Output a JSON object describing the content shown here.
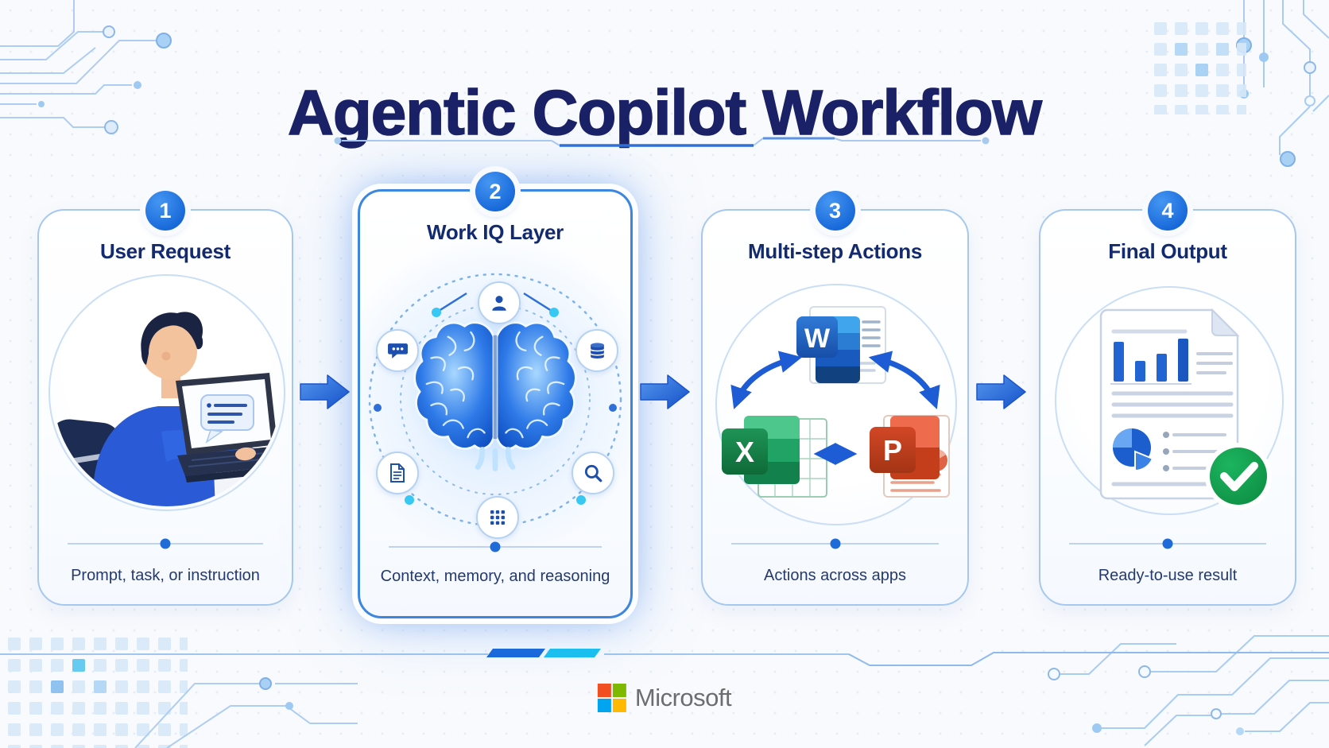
{
  "title": "Agentic Copilot Workflow",
  "steps": [
    {
      "number": "1",
      "title": "User Request",
      "caption": "Prompt, task, or instruction",
      "illustration": "person-typing-on-laptop"
    },
    {
      "number": "2",
      "title": "Work IQ Layer",
      "caption": "Context, memory, and reasoning",
      "illustration": "glowing-ai-brain",
      "orbit_icons": [
        "user-icon",
        "chat-bubble-icon",
        "database-icon",
        "document-icon",
        "search-icon",
        "grid-dots-icon"
      ]
    },
    {
      "number": "3",
      "title": "Multi-step Actions",
      "caption": "Actions across apps",
      "apps": [
        {
          "name": "word",
          "letter": "W"
        },
        {
          "name": "excel",
          "letter": "X"
        },
        {
          "name": "powerpoint",
          "letter": "P"
        }
      ]
    },
    {
      "number": "4",
      "title": "Final Output",
      "caption": "Ready-to-use result",
      "illustration": "report-document-with-green-checkmark"
    }
  ],
  "footer": {
    "brand": "Microsoft"
  },
  "colors": {
    "accent_blue": "#1767db",
    "badge_blue": "#1e6fd9",
    "title_navy": "#1a2166",
    "caption_navy": "#243a6d",
    "cyan_accent": "#19c2f0",
    "excel_green": "#107c41",
    "word_blue": "#185abd",
    "powerpoint_orange": "#c43e1c",
    "check_green": "#14a04f",
    "ms_red": "#f25022",
    "ms_green": "#7fba00",
    "ms_blue": "#00a4ef",
    "ms_yellow": "#ffb900"
  }
}
